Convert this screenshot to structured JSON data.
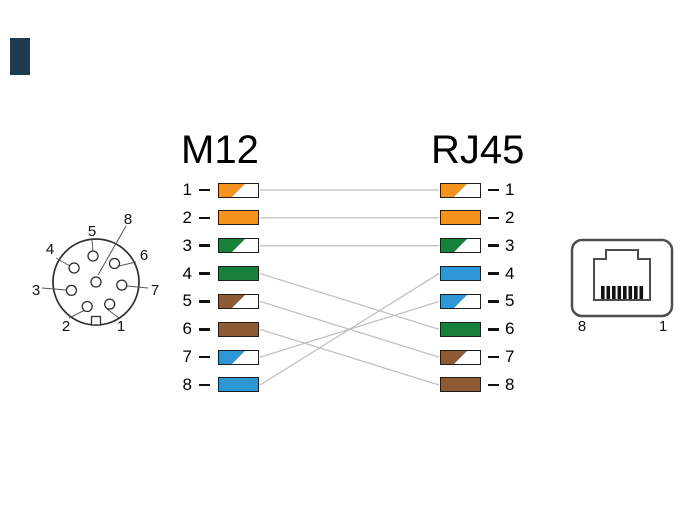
{
  "wiring": {
    "left": {
      "title": "M12",
      "rows": [
        {
          "pin": "1",
          "striped": true,
          "color": "orange"
        },
        {
          "pin": "2",
          "striped": false,
          "color": "orange"
        },
        {
          "pin": "3",
          "striped": true,
          "color": "green"
        },
        {
          "pin": "4",
          "striped": false,
          "color": "green"
        },
        {
          "pin": "5",
          "striped": true,
          "color": "brown"
        },
        {
          "pin": "6",
          "striped": false,
          "color": "brown"
        },
        {
          "pin": "7",
          "striped": true,
          "color": "blue"
        },
        {
          "pin": "8",
          "striped": false,
          "color": "blue"
        }
      ]
    },
    "right": {
      "title": "RJ45",
      "rows": [
        {
          "pin": "1",
          "striped": true,
          "color": "orange"
        },
        {
          "pin": "2",
          "striped": false,
          "color": "orange"
        },
        {
          "pin": "3",
          "striped": true,
          "color": "green"
        },
        {
          "pin": "4",
          "striped": false,
          "color": "blue"
        },
        {
          "pin": "5",
          "striped": true,
          "color": "blue"
        },
        {
          "pin": "6",
          "striped": false,
          "color": "green"
        },
        {
          "pin": "7",
          "striped": true,
          "color": "brown"
        },
        {
          "pin": "8",
          "striped": false,
          "color": "brown"
        }
      ]
    },
    "connections": [
      {
        "from": 1,
        "to": 1
      },
      {
        "from": 2,
        "to": 2
      },
      {
        "from": 3,
        "to": 3
      },
      {
        "from": 4,
        "to": 6
      },
      {
        "from": 5,
        "to": 7
      },
      {
        "from": 6,
        "to": 8
      },
      {
        "from": 7,
        "to": 5
      },
      {
        "from": 8,
        "to": 4
      }
    ]
  },
  "m12_connector": {
    "pin_labels": {
      "p1": "1",
      "p2": "2",
      "p3": "3",
      "p4": "4",
      "p5": "5",
      "p6": "6",
      "p7": "7",
      "p8": "8"
    }
  },
  "rj45_icon": {
    "pin_left": "8",
    "pin_right": "1"
  },
  "colors": {
    "orange": "#F6921E",
    "green": "#17813B",
    "brown": "#8F5B34",
    "blue": "#2D96D5",
    "white": "#FFFFFF",
    "wire_line": "#BDBDBD",
    "logo": "#1E3C50"
  }
}
